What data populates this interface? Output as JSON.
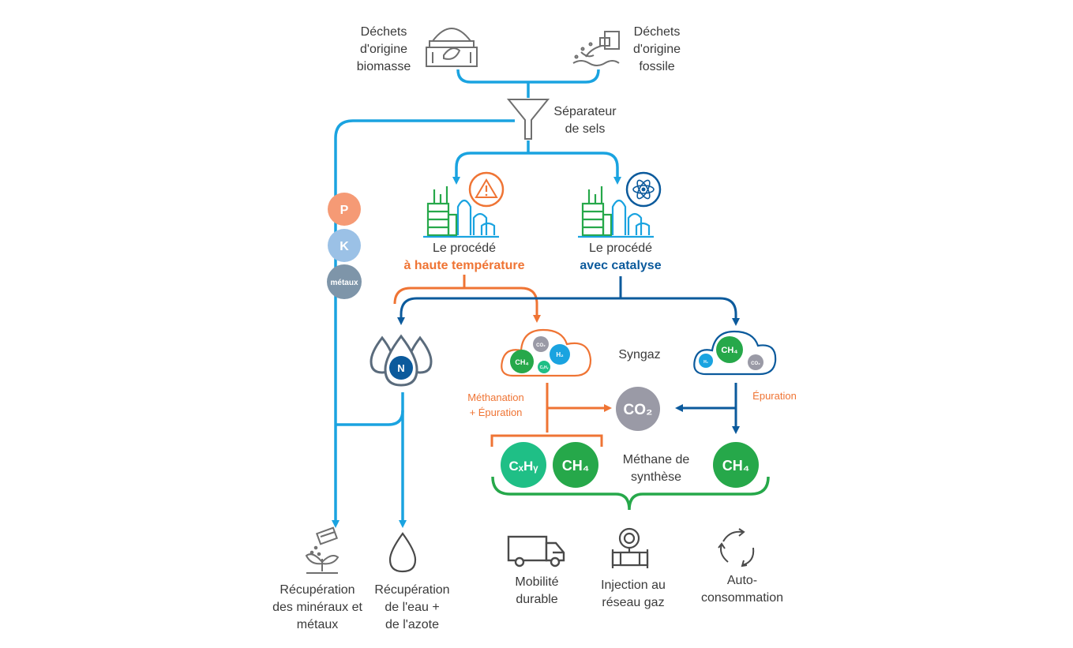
{
  "inputs": {
    "biomass": [
      "Déchets",
      "d'origine",
      "biomasse"
    ],
    "fossil": [
      "Déchets",
      "d'origine",
      "fossile"
    ]
  },
  "separator": [
    "Séparateur",
    "de sels"
  ],
  "process_high_temp": {
    "line1": "Le procédé",
    "line2": "à haute température"
  },
  "process_catalysis": {
    "line1": "Le procédé",
    "line2": "avec catalyse"
  },
  "nutrients": {
    "p": "P",
    "k": "K",
    "metals": "métaux",
    "n": "N"
  },
  "syngaz": "Syngaz",
  "molecules": {
    "co2_small": "CO₂",
    "ch4": "CH₄",
    "h2": "H₂",
    "cxhy_small": "CₓHᵧ",
    "co2": "CO₂",
    "cxhy": "CₓHᵧ"
  },
  "methanation": [
    "Méthanation",
    "+ Épuration"
  ],
  "epuration": "Épuration",
  "methane_synthesis": [
    "Méthane de",
    "synthèse"
  ],
  "outputs": {
    "minerals": [
      "Récupération",
      "des minéraux et",
      "métaux"
    ],
    "water": [
      "Récupération",
      "de l'eau +",
      "de l'azote"
    ],
    "mobility": [
      "Mobilité",
      "durable"
    ],
    "injection": [
      "Injection au",
      "réseau gaz"
    ],
    "auto": [
      "Auto-",
      "consommation"
    ]
  },
  "colors": {
    "blue": "#1aa3e0",
    "orange": "#ef7434",
    "navy": "#0b5a9c",
    "green": "#26a84a",
    "green_light": "#1fbf86",
    "gray": "#9a9aa6",
    "p_color": "#f59a75",
    "k_color": "#9bc1e6",
    "metals_color": "#7e95a9"
  }
}
